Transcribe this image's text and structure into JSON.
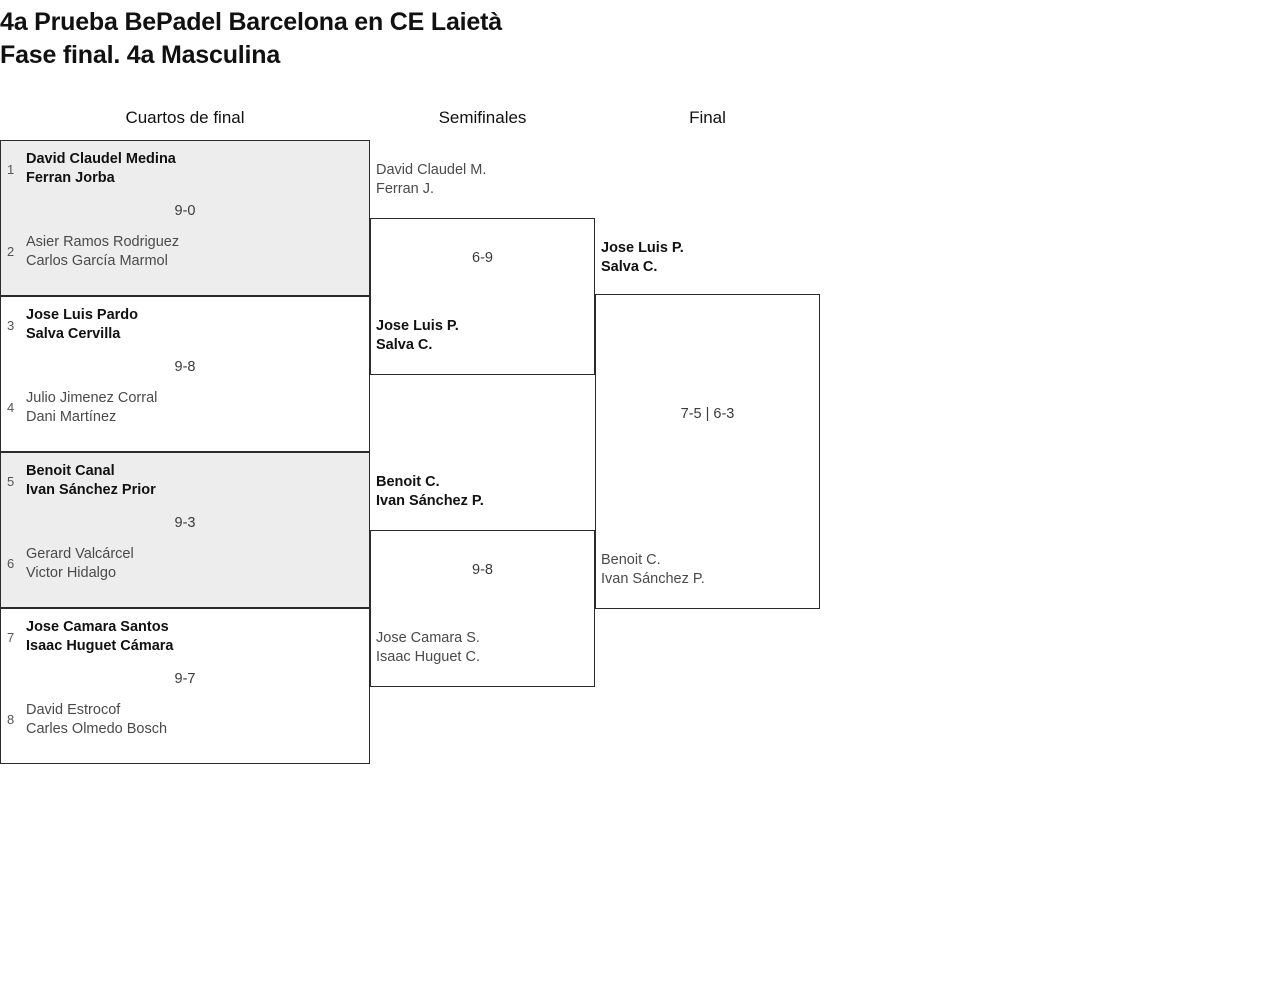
{
  "title": {
    "line1": "4a Prueba BePadel Barcelona en CE Laietà",
    "line2": "Fase final. 4a Masculina"
  },
  "headers": {
    "quarterfinals": "Cuartos de final",
    "semifinals": "Semifinales",
    "final": "Final"
  },
  "bracket": {
    "quarterfinals": [
      {
        "seed_top": "1",
        "top_p1": "David Claudel Medina",
        "top_p2": "Ferran Jorba",
        "top_result": "winner",
        "seed_bottom": "2",
        "bottom_p1": "Asier Ramos Rodriguez",
        "bottom_p2": "Carlos García Marmol",
        "bottom_result": "loser",
        "score": "9-0",
        "shaded": true
      },
      {
        "seed_top": "3",
        "top_p1": "Jose Luis Pardo",
        "top_p2": "Salva Cervilla",
        "top_result": "winner",
        "seed_bottom": "4",
        "bottom_p1": "Julio Jimenez Corral",
        "bottom_p2": "Dani Martínez",
        "bottom_result": "loser",
        "score": "9-8",
        "shaded": false
      },
      {
        "seed_top": "5",
        "top_p1": "Benoit Canal",
        "top_p2": "Ivan Sánchez Prior",
        "top_result": "winner",
        "seed_bottom": "6",
        "bottom_p1": "Gerard Valcárcel",
        "bottom_p2": "Victor Hidalgo",
        "bottom_result": "loser",
        "score": "9-3",
        "shaded": true
      },
      {
        "seed_top": "7",
        "top_p1": "Jose Camara Santos",
        "top_p2": "Isaac Huguet Cámara",
        "top_result": "winner",
        "seed_bottom": "8",
        "bottom_p1": "David Estrocof",
        "bottom_p2": "Carles Olmedo Bosch",
        "bottom_result": "loser",
        "score": "9-7",
        "shaded": false
      }
    ],
    "semifinals": [
      {
        "top_p1": "David Claudel M.",
        "top_p2": "Ferran J.",
        "top_result": "loser",
        "bottom_p1": "Jose Luis P.",
        "bottom_p2": "Salva C.",
        "bottom_result": "winner",
        "score": "6-9"
      },
      {
        "top_p1": "Benoit C.",
        "top_p2": "Ivan Sánchez P.",
        "top_result": "winner",
        "bottom_p1": "Jose Camara S.",
        "bottom_p2": "Isaac Huguet C.",
        "bottom_result": "loser",
        "score": "9-8"
      }
    ],
    "final": {
      "top_p1": "Jose Luis P.",
      "top_p2": "Salva C.",
      "top_result": "winner",
      "bottom_p1": "Benoit C.",
      "bottom_p2": "Ivan Sánchez P.",
      "bottom_result": "loser",
      "score": "7-5 | 6-3"
    }
  }
}
